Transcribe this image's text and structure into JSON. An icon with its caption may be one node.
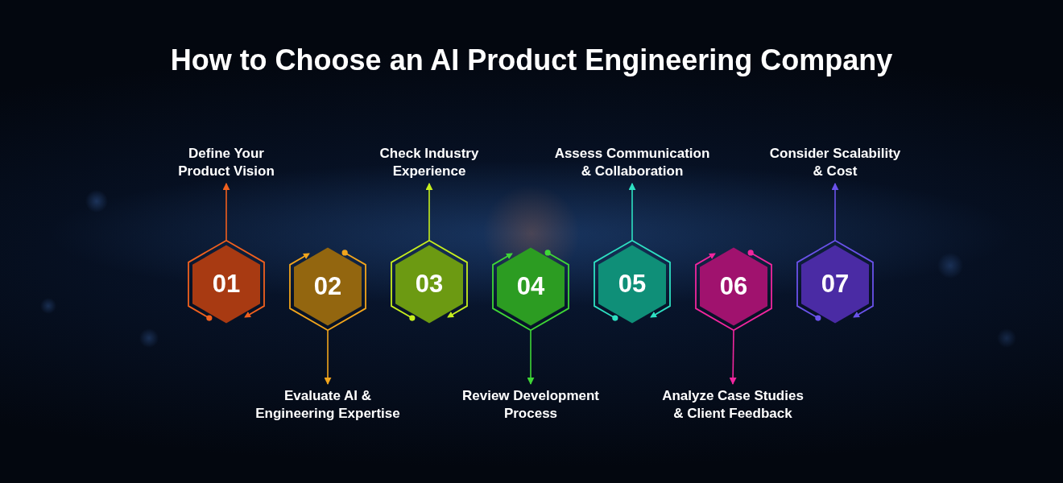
{
  "diagram": {
    "title": "How to Choose an AI Product Engineering Company",
    "nodes": [
      {
        "text": [
          "Define Your Product Vision"
        ]
      },
      {
        "text": [
          "Check Industry Experience"
        ]
      },
      {
        "text": [
          "Assess Communication & Collaboration"
        ]
      },
      {
        "text": [
          "Consider Scalability & Cost"
        ]
      },
      {
        "text": [
          "01"
        ]
      },
      {
        "text": [
          "02"
        ]
      },
      {
        "text": [
          "03"
        ]
      },
      {
        "text": [
          "04"
        ]
      },
      {
        "text": [
          "05"
        ]
      },
      {
        "text": [
          "06"
        ]
      },
      {
        "text": [
          "07"
        ]
      },
      {
        "text": [
          "Evaluate AI & Engineering Expertise"
        ]
      },
      {
        "text": [
          "Review Development Process"
        ]
      },
      {
        "text": [
          "Analyze Case Studies & Client Feedback"
        ]
      }
    ],
    "edges": [
      {
        "from": 4,
        "to": 0,
        "arrow": "to",
        "color": "#f0601e"
      },
      {
        "from": 5,
        "to": 11,
        "arrow": "to",
        "color": "#f2a51c"
      },
      {
        "from": 6,
        "to": 1,
        "arrow": "to",
        "color": "#c6ee1e"
      },
      {
        "from": 7,
        "to": 12,
        "arrow": "to",
        "color": "#3fd636"
      },
      {
        "from": 8,
        "to": 2,
        "arrow": "to",
        "color": "#2ee0c2"
      },
      {
        "from": 9,
        "to": 13,
        "arrow": "to",
        "color": "#f0269e"
      },
      {
        "from": 10,
        "to": 3,
        "arrow": "to",
        "color": "#6a52ea"
      }
    ]
  }
}
